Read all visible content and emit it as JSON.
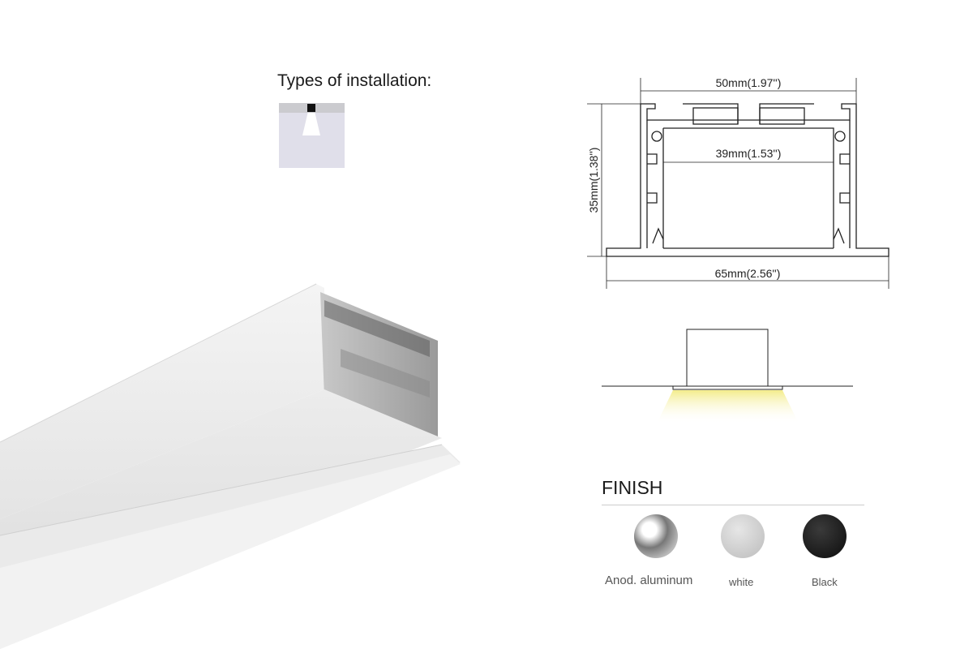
{
  "installation": {
    "title": "Types of installation:"
  },
  "drawing": {
    "width_top": "50mm(1.97'')",
    "height": "35mm(1.38'')",
    "inner_width": "39mm(1.53'')",
    "width_bottom": "65mm(2.56'')"
  },
  "finish": {
    "title": "FINISH",
    "options": [
      {
        "label": "Anod. aluminum",
        "color": "#9a9a9a"
      },
      {
        "label": "white",
        "color": "#d4d4d4"
      },
      {
        "label": "Black",
        "color": "#1e1e1e"
      }
    ]
  },
  "colors": {
    "light_beam": "#f5ef9a"
  }
}
